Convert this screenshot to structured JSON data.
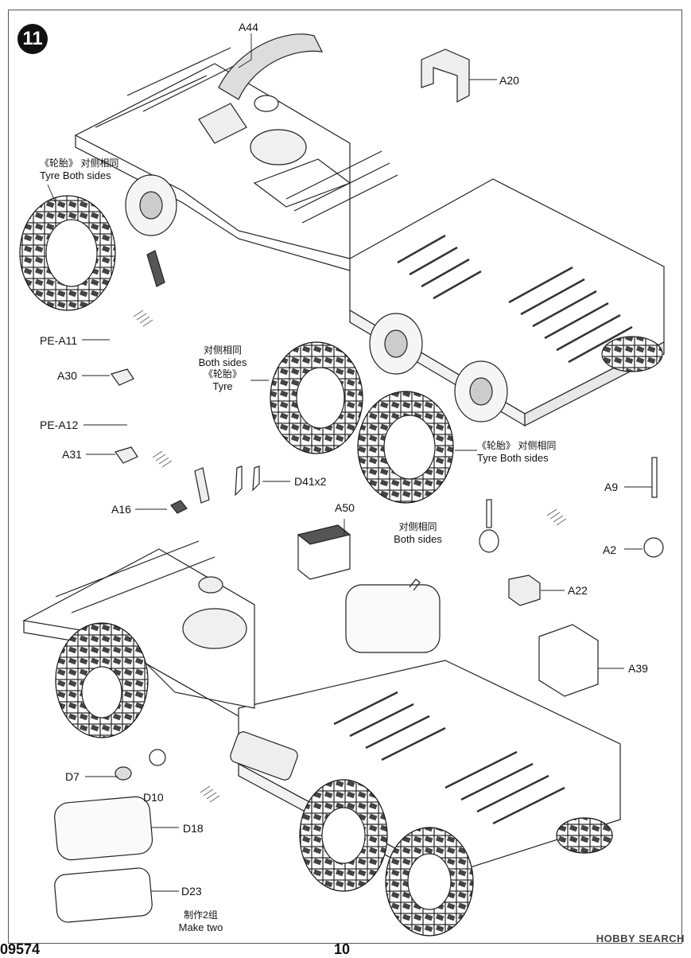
{
  "step": {
    "number": "11"
  },
  "callouts": {
    "A44": "A44",
    "A20": "A20",
    "PE_A11": "PE-A11",
    "A30": "A30",
    "PE_A12": "PE-A12",
    "A31": "A31",
    "A16": "A16",
    "D41": "D41x2",
    "A50": "A50",
    "A9": "A9",
    "A2": "A2",
    "A22": "A22",
    "A39": "A39",
    "D7": "D7",
    "D10": "D10",
    "D18": "D18",
    "D23": "D23"
  },
  "notes": {
    "tyre_front": {
      "line1": "《轮胎》 对侧相同",
      "line2": "Tyre  Both sides"
    },
    "tyre_mid": {
      "line1": "对侧相同",
      "line2": "Both sides",
      "line3": "《轮胎》",
      "line4": "Tyre"
    },
    "tyre_rear": {
      "line1": "《轮胎》 对侧相同",
      "line2": "Tyre  Both sides"
    },
    "tank_both_sides": {
      "line1": "对侧相同",
      "line2": "Both sides"
    },
    "make_two": {
      "line1": "制作2组",
      "line2": "Make two"
    }
  },
  "footer": {
    "code": "09574",
    "page": "10",
    "watermark": "HOBBY SEARCH"
  },
  "icons": [
    "tyre-icon",
    "wheel-hub-icon",
    "chassis-drawing",
    "fuel-tank-icon",
    "battery-box-icon",
    "antenna-icon",
    "arrow-hatch-icon"
  ]
}
